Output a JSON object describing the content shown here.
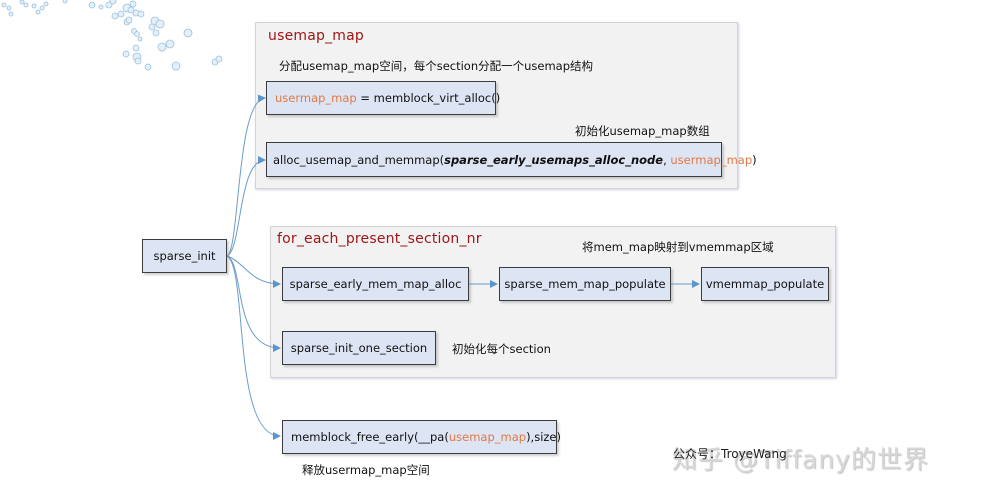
{
  "groups": {
    "usemap": {
      "title": "usemap_map"
    },
    "for_each": {
      "title": "for_each_present_section_nr"
    }
  },
  "nodes": {
    "sparse_init": {
      "label": "sparse_init"
    },
    "usemap_alloc": {
      "var": "usermap_map",
      "rest": " = memblock_virt_alloc()"
    },
    "alloc_usemap": {
      "prefix": "alloc_usemap_and_memmap(",
      "arg1": "sparse_early_usemaps_alloc_node",
      "sep": ", ",
      "arg2": "usermap_map",
      "suffix": ")"
    },
    "sparse_early_mem_map_alloc": {
      "label": "sparse_early_mem_map_alloc"
    },
    "sparse_mem_map_populate": {
      "label": "sparse_mem_map_populate"
    },
    "vmemmap_populate": {
      "label": "vmemmap_populate"
    },
    "sparse_init_one_section": {
      "label": "sparse_init_one_section"
    },
    "memblock_free_early": {
      "prefix": "memblock_free_early(__pa(",
      "arg": "usemap_map",
      "suffix": "),size)"
    }
  },
  "notes": {
    "alloc_usemap_space": "分配usemap_map空间，每个section分配一个usemap结构",
    "init_usemap_array": "初始化usemap_map数组",
    "map_to_vmemmap": "将mem_map映射到vmemmap区域",
    "init_each_section": "初始化每个section",
    "free_usemap_space": "释放usermap_map空间"
  },
  "watermark": {
    "main": "知乎 @Tiffany的世界",
    "small": "公众号：TroyeWang"
  },
  "colors": {
    "group_title": "#a01616",
    "variable": "#e07a45",
    "box_fill": "#dde4f4",
    "group_fill": "#f2f2f2",
    "connector": "#6a9ccc"
  }
}
